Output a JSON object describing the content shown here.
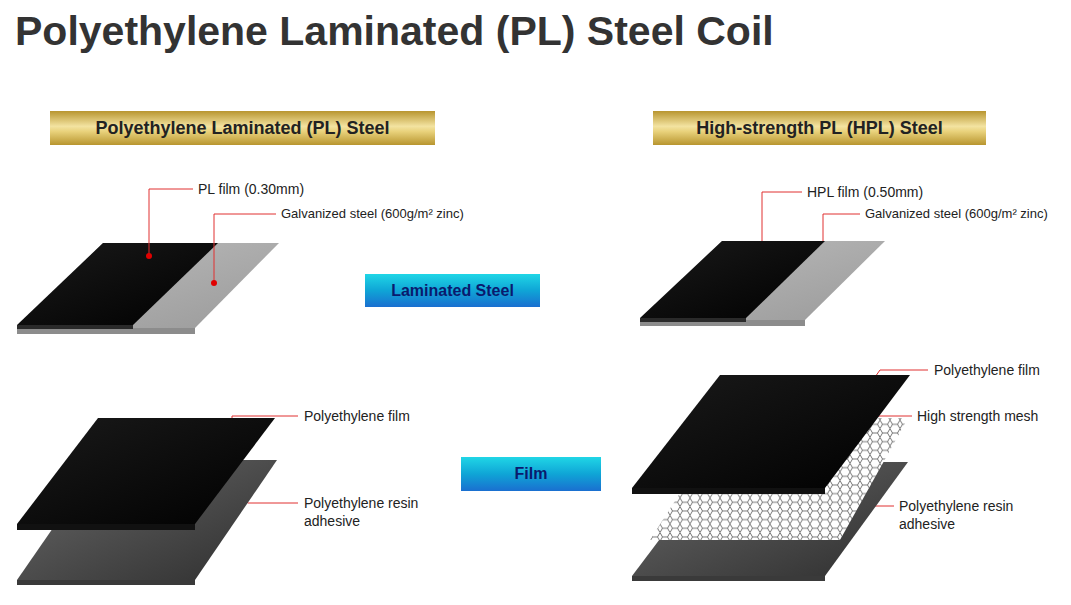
{
  "diagram": {
    "title": "Polyethylene Laminated (PL) Steel Coil",
    "nodes": [
      {
        "text": [
          "Polyethylene Laminated (PL) Steel"
        ]
      },
      {
        "text": [
          "High-strength PL (HPL) Steel"
        ]
      },
      {
        "text": [
          "Laminated Steel"
        ]
      },
      {
        "text": [
          "Film"
        ]
      }
    ],
    "labels": [
      "PL film (0.30mm)",
      "Galvanized steel (600g/m² zinc)",
      "HPL film (0.50mm)",
      "Galvanized steel (600g/m² zinc)",
      "Polyethylene film",
      "Polyethylene resin adhesive",
      "Polyethylene film",
      "High strength mesh",
      "Polyethylene resin adhesive"
    ]
  }
}
